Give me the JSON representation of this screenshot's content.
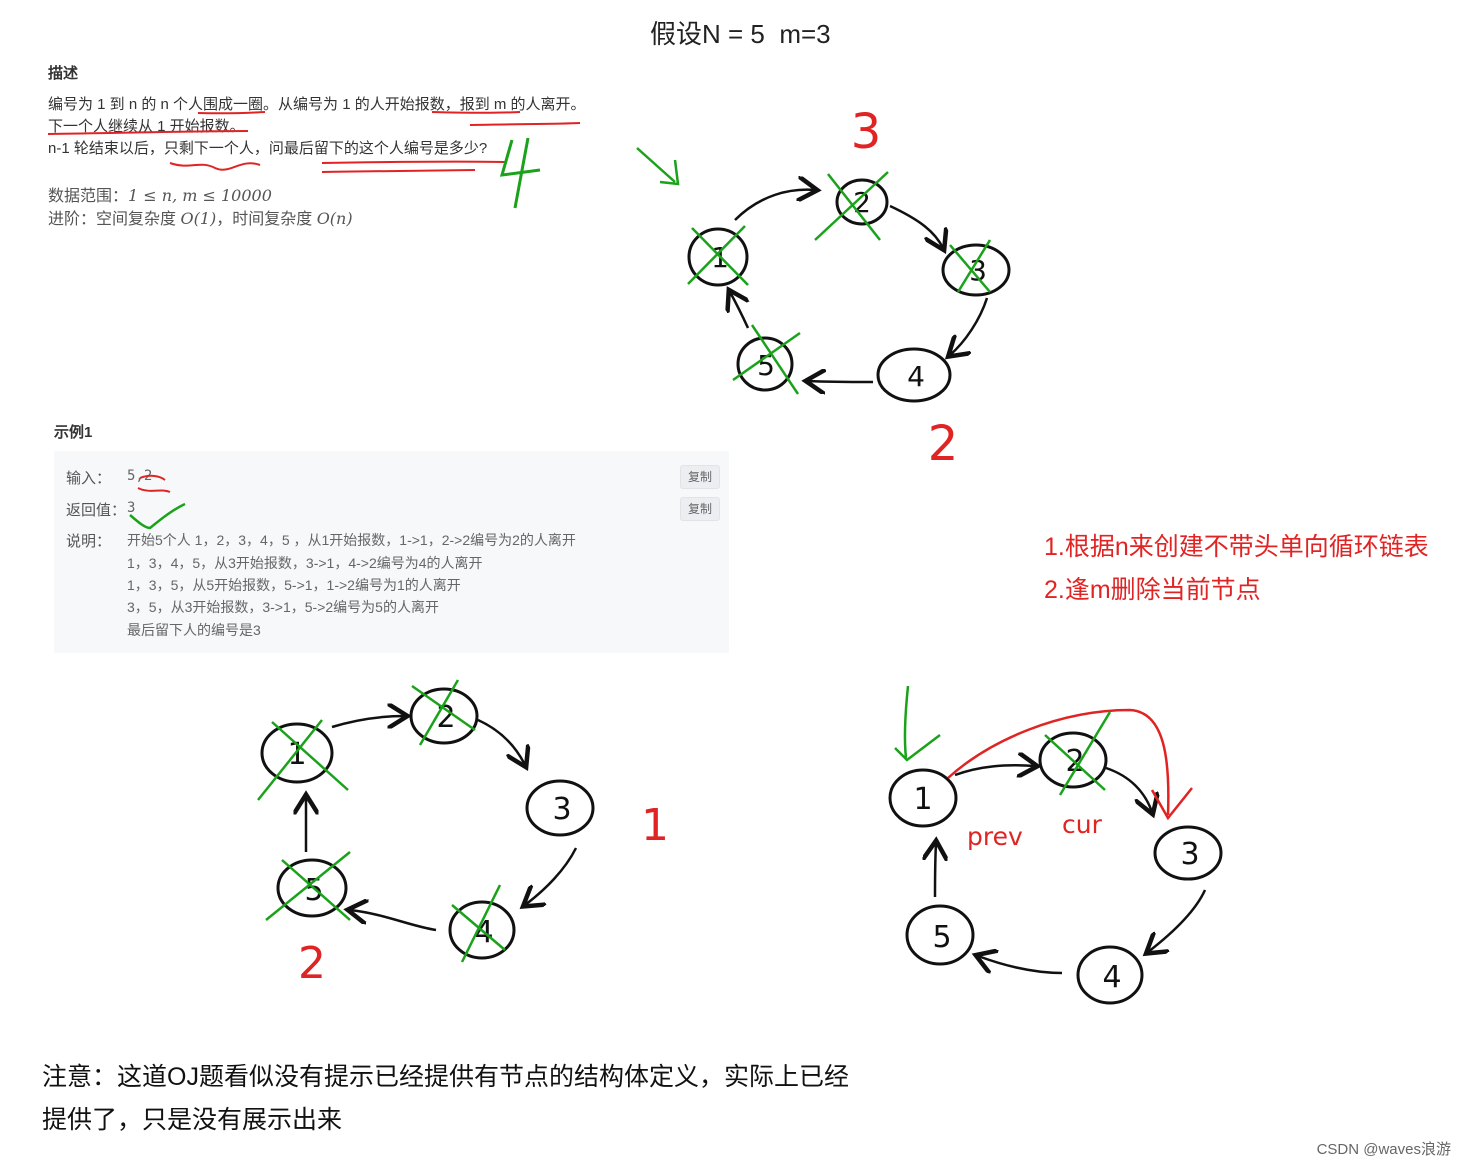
{
  "header": {
    "title": "假设N = 5  m=3"
  },
  "problem": {
    "section_title": "描述",
    "lines": [
      "编号为 1 到 n 的 n 个人围成一圈。从编号为 1 的人开始报数，报到 m 的人离开。",
      "下一个人继续从 1 开始报数。",
      "n-1 轮结束以后，只剩下一个人，问最后留下的这个人编号是多少?"
    ],
    "range_label": "数据范围：",
    "range_value": "1 ≤ n, m ≤ 10000",
    "advanced_label": "进阶：空间复杂度 ",
    "space_complexity": "O(1)",
    "advanced_mid": "，时间复杂度 ",
    "time_complexity": "O(n)"
  },
  "example": {
    "section_title": "示例1",
    "input_label": "输入：",
    "input_value": "5,2",
    "return_label": "返回值：",
    "return_value": "3",
    "explain_label": "说明：",
    "explain_lines": [
      "开始5个人 1，2，3，4，5 ，从1开始报数，1->1，2->2编号为2的人离开",
      "1，3，4，5，从3开始报数，3->1，4->2编号为4的人离开",
      "1，3，5，从5开始报数，5->1，1->2编号为1的人离开",
      "3，5，从3开始报数，3->1，5->2编号为5的人离开",
      "最后留下人的编号是3"
    ],
    "copy_label": "复制"
  },
  "steps": [
    "1.根据n来创建不带头单向循环链表",
    "2.逢m删除当前节点"
  ],
  "note": {
    "line1": "注意：这道OJ题看似没有提示已经提供有节点的结构体定义，实际上已经",
    "line2": "提供了，只是没有展示出来"
  },
  "diagram_labels": {
    "right_top_count": "3",
    "right_bottom_count": "2",
    "answer_mark": "4",
    "left_side_count": "1",
    "left_bottom_count": "2",
    "prev": "prev",
    "cur": "cur"
  },
  "diagram_nodes": {
    "n1": "1",
    "n2": "2",
    "n3": "3",
    "n4": "4",
    "n5": "5"
  },
  "watermark": "CSDN @waves浪游",
  "colors": {
    "red": "#e02424",
    "green": "#1aa21a",
    "ink": "#111111"
  }
}
